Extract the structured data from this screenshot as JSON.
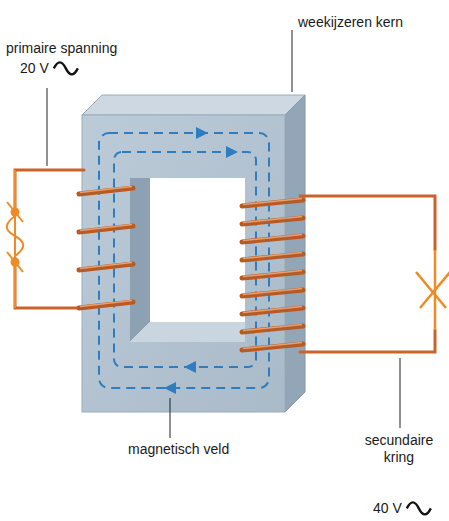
{
  "diagram": {
    "labels": [
      "primaire spanning",
      "20 V",
      "weekijzeren kern",
      "magnetisch veld",
      "secundaire kring",
      "40 V"
    ]
  }
}
